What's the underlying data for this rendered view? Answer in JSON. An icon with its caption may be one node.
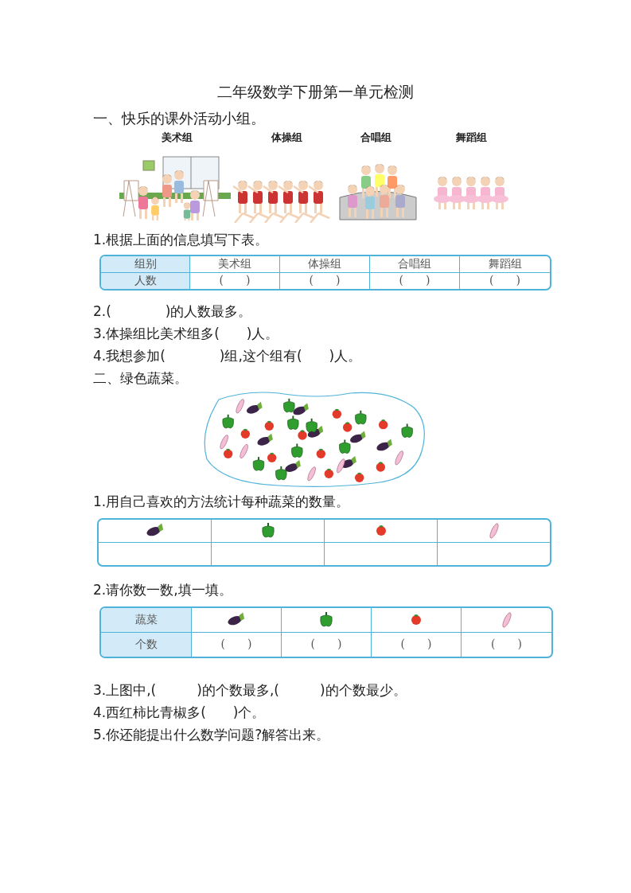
{
  "diagram": {
    "title": "二年级数学下册第一单元检测",
    "labels": [
      "一、快乐的课外活动小组。",
      "美术组",
      "体操组",
      "合唱组",
      "舞蹈组",
      "1.根据上面的信息填写下表。",
      "组别",
      "美术组",
      "体操组",
      "合唱组",
      "舞蹈组",
      "人数",
      "(　　)",
      "(　　)",
      "(　　)",
      "(　　)",
      "2.(　　　　)的人数最多。",
      "3.体操组比美术组多(　　)人。",
      "4.我想参加(　　　　)组,这个组有(　　)人。",
      "二、绿色蔬菜。",
      "1.用自己喜欢的方法统计每种蔬菜的数量。",
      "2.请你数一数,填一填。",
      "蔬菜",
      "个数",
      "(　　)",
      "(　　)",
      "(　　)",
      "(　　)",
      "3.上图中,(　　　)的个数最多,(　　　)的个数最少。",
      "4.西红柿比青椒多(　　)个。",
      "5.你还能提出什么数学问题?解答出来。"
    ]
  }
}
